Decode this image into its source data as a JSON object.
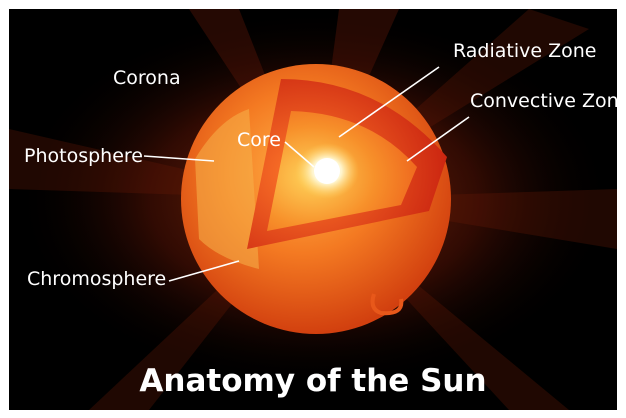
{
  "title": "Anatomy of the Sun",
  "labels": {
    "corona": "Corona",
    "photosphere": "Photosphere",
    "chromosphere": "Chromosphere",
    "core": "Core",
    "radiative_zone": "Radiative Zone",
    "convective_zone": "Convective Zone"
  },
  "colors": {
    "background": "#000000",
    "surface": "#f06a1a",
    "convective": "#e8331c",
    "radiative": "#f5781f",
    "core": "#fff4c8",
    "text": "#ffffff"
  }
}
